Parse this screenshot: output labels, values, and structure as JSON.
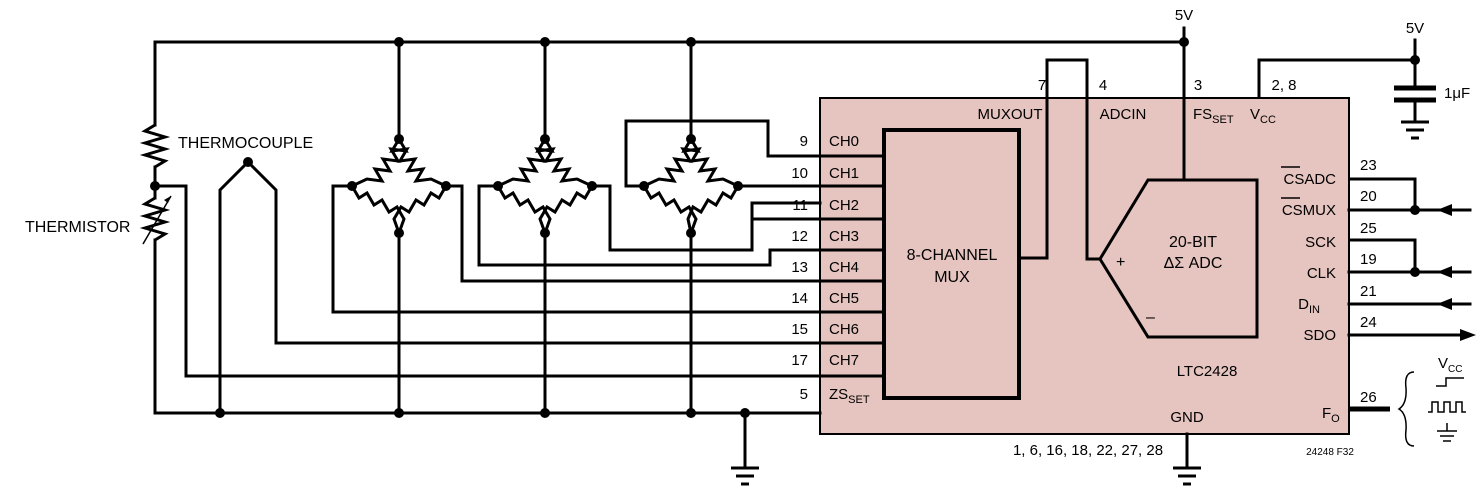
{
  "labels": {
    "thermistor": "THERMISTOR",
    "thermocouple": "THERMOCOUPLE",
    "mux": [
      "8-CHANNEL",
      "MUX"
    ],
    "adc": [
      "20-BIT",
      "ΔΣ ADC"
    ],
    "adc_plus": "+",
    "adc_minus": "–",
    "chip": "LTC2428",
    "gnd": "GND",
    "supply_main": "5V",
    "supply_vcc": "5V",
    "cap": "1μF",
    "vcc_tiny": "V",
    "vcc_tiny_sub": "CC",
    "fig_code": "24248 F32",
    "gnd_pins": "1, 6, 16, 18, 22, 27, 28"
  },
  "top_pins": [
    {
      "num": "7",
      "name": "MUXOUT",
      "sub": ""
    },
    {
      "num": "4",
      "name": "ADCIN",
      "sub": ""
    },
    {
      "num": "3",
      "name": "FS",
      "sub": "SET"
    },
    {
      "num": "2, 8",
      "name": "V",
      "sub": "CC"
    }
  ],
  "left_pins": [
    {
      "num": "9",
      "name": "CH0",
      "sub": ""
    },
    {
      "num": "10",
      "name": "CH1",
      "sub": ""
    },
    {
      "num": "11",
      "name": "CH2",
      "sub": ""
    },
    {
      "num": "12",
      "name": "CH3",
      "sub": ""
    },
    {
      "num": "13",
      "name": "CH4",
      "sub": ""
    },
    {
      "num": "14",
      "name": "CH5",
      "sub": ""
    },
    {
      "num": "15",
      "name": "CH6",
      "sub": ""
    },
    {
      "num": "17",
      "name": "CH7",
      "sub": ""
    },
    {
      "num": "5",
      "name": "ZS",
      "sub": "SET"
    }
  ],
  "right_pins": [
    {
      "num": "23",
      "name": "CSADC",
      "sub": ""
    },
    {
      "num": "20",
      "name": "CSMUX",
      "sub": ""
    },
    {
      "num": "25",
      "name": "SCK",
      "sub": ""
    },
    {
      "num": "19",
      "name": "CLK",
      "sub": ""
    },
    {
      "num": "21",
      "name": "D",
      "sub": "IN"
    },
    {
      "num": "24",
      "name": "SDO",
      "sub": ""
    },
    {
      "num": "26",
      "name": "F",
      "sub": "O"
    }
  ],
  "colors": {
    "chip_fill": "#e6c4bf",
    "wire": "#000000"
  }
}
